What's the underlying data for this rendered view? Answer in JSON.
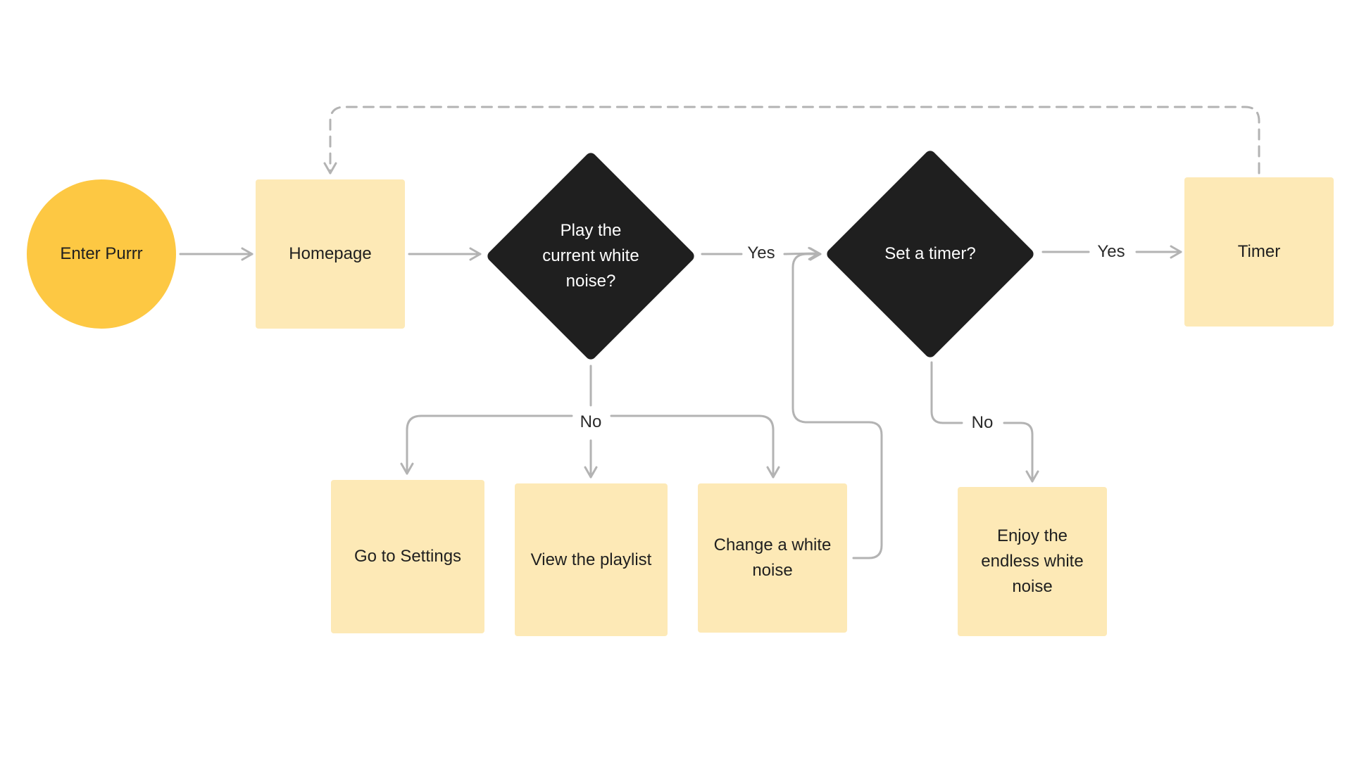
{
  "nodes": {
    "enter_purrr": "Enter Purrr",
    "homepage": "Homepage",
    "decision_play": "Play the current white noise?",
    "decision_timer": "Set a timer?",
    "timer": "Timer",
    "go_to_settings": "Go to Settings",
    "view_playlist": "View the playlist",
    "change_white_noise": "Change a white noise",
    "enjoy_endless": "Enjoy the endless white noise"
  },
  "edge_labels": {
    "play_yes": "Yes",
    "play_no": "No",
    "timer_yes": "Yes",
    "timer_no": "No"
  },
  "colors": {
    "start_circle": "#fdc843",
    "sticky_note": "#fde9b6",
    "decision": "#1f1f1f",
    "connector": "#b3b3b3"
  }
}
